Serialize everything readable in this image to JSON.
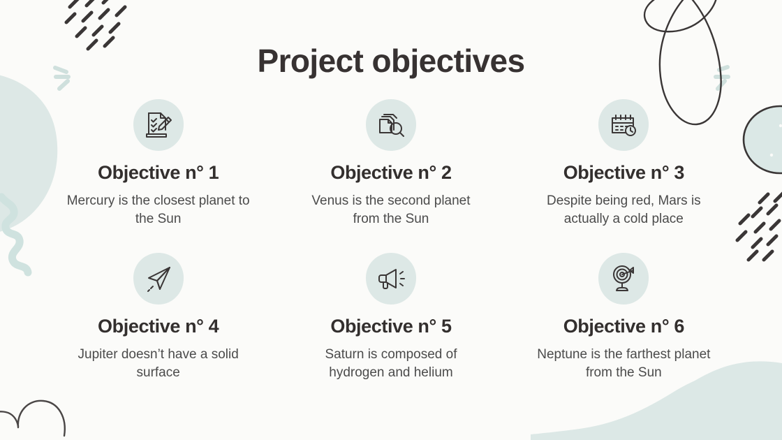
{
  "slide": {
    "title": "Project objectives",
    "background_color": "#fbfbf9",
    "accent_color": "#d8e6e4",
    "heading_color": "#332f2e",
    "body_color": "#4b4b4b",
    "icon_stroke_color": "#3a3636"
  },
  "objectives": [
    {
      "icon": "clipboard-checklist-pencil-icon",
      "title": "Objective n° 1",
      "body": "Mercury is the closest planet to the Sun"
    },
    {
      "icon": "documents-search-icon",
      "title": "Objective n° 2",
      "body": "Venus is the second planet from the Sun"
    },
    {
      "icon": "calendar-clock-icon",
      "title": "Objective n° 3",
      "body": "Despite being red, Mars is actually a cold place"
    },
    {
      "icon": "paper-plane-icon",
      "title": "Objective n° 4",
      "body": "Jupiter doesn’t have a solid surface"
    },
    {
      "icon": "megaphone-icon",
      "title": "Objective n° 5",
      "body": "Saturn is composed of hydrogen and helium"
    },
    {
      "icon": "target-dartboard-icon",
      "title": "Objective n° 6",
      "body": "Neptune is the farthest planet from the Sun"
    }
  ],
  "decorations": [
    {
      "name": "mint-blob-top-left",
      "color": "#dde8e6"
    },
    {
      "name": "dashed-lines-top-left",
      "color": "#3a3636"
    },
    {
      "name": "mint-sparkle-left",
      "color": "#cfe0dd"
    },
    {
      "name": "loop-doodle-top-right",
      "color": "#3a3636"
    },
    {
      "name": "mint-sparkle-right",
      "color": "#cfe0dd"
    },
    {
      "name": "outlined-circle-right",
      "color": "#3a3636"
    },
    {
      "name": "mint-squiggle-left",
      "color": "#cfe2df"
    },
    {
      "name": "dashed-lines-right",
      "color": "#3a3636"
    },
    {
      "name": "cloud-doodle-bottom-left",
      "color": "#4a4646"
    },
    {
      "name": "mint-wave-bottom-right",
      "color": "#dce8e6"
    }
  ]
}
